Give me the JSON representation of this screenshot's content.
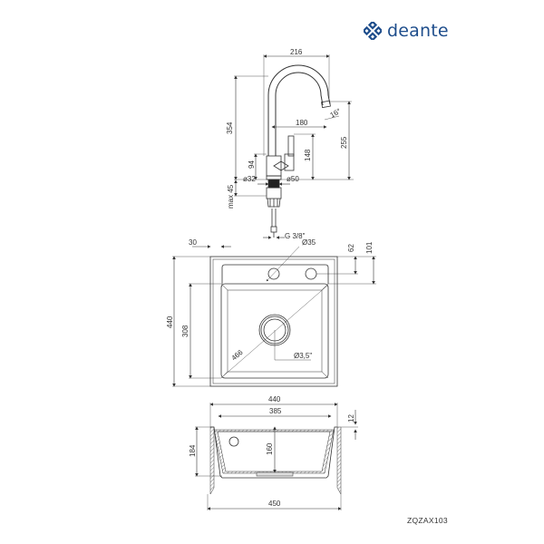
{
  "brand": {
    "name": "deante",
    "color": "#1f4e8c",
    "icon": "deante-logo-icon"
  },
  "product_code": "ZQZAX103",
  "faucet": {
    "dims": {
      "width": "216",
      "height_total": "354",
      "spout_reach": "180",
      "angle": "16°",
      "spout_height": "255",
      "handle_height": "148",
      "body_height": "94",
      "pipe_diameter": "ø32",
      "base_diameter": "ø50",
      "max_thickness": "max 45",
      "connection": "G 3/8\""
    }
  },
  "sink_top": {
    "dims": {
      "edge_offset": "30",
      "hole_diameter": "Ø35",
      "hole_offset": "62",
      "ledge_depth": "101",
      "outer_height": "440",
      "bowl_height": "308",
      "diagonal": "466",
      "drain": "Ø3,5\""
    }
  },
  "sink_section": {
    "dims": {
      "outer_width": "440",
      "bowl_width": "385",
      "rim": "12",
      "total_depth": "184",
      "bowl_depth": "160",
      "cutout_width": "450"
    }
  }
}
